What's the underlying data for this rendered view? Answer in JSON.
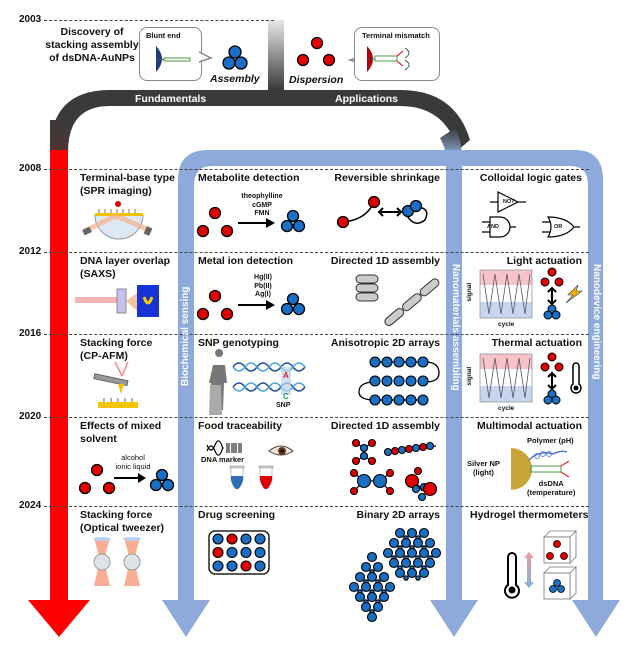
{
  "header": {
    "discovery_lines": [
      "Discovery of",
      "stacking assembly",
      "of dsDNA-AuNPs"
    ],
    "blunt_end_label": "Blunt end",
    "assembly_label": "Assembly",
    "dispersion_label": "Dispersion",
    "terminal_mismatch_label": "Terminal mismatch",
    "fundamentals_label": "Fundamentals",
    "applications_label": "Applications"
  },
  "years": [
    "2003",
    "2008",
    "2012",
    "2016",
    "2020",
    "2024"
  ],
  "tracks": {
    "biochemical": "Biochemical sensing",
    "nanomaterials": "Nanomaterials assembling",
    "nanodevice": "Nanodevice engineering"
  },
  "colors": {
    "fundamentals_red": "#ff0000",
    "track_blue": "#8eaadb",
    "dark_band": "#3a3a3a",
    "np_red": "#e00000",
    "np_blue": "#1a6fc4"
  },
  "rows": [
    {
      "fundamentals": [
        "Terminal-base type",
        "(SPR imaging)"
      ],
      "biochemical": "Metabolite detection",
      "biochemical_notes": [
        "theophylline",
        "cGMP",
        "FMN"
      ],
      "nanomaterials": "Reversible shrinkage",
      "nanodevice": "Colloidal logic gates",
      "gates": [
        "NOT",
        "AND",
        "OR"
      ]
    },
    {
      "fundamentals": [
        "DNA layer overlap",
        "(SAXS)"
      ],
      "biochemical": "Metal ion detection",
      "biochemical_notes": [
        "Hg(II)",
        "Pb(II)",
        "Ag(I)"
      ],
      "nanomaterials": "Directed 1D assembly",
      "nanodevice": "Light actuation",
      "plot_y": "signal",
      "plot_x": "cycle"
    },
    {
      "fundamentals": [
        "Stacking force",
        "(CP-AFM)"
      ],
      "biochemical": "SNP genotyping",
      "snp_bases": [
        "A",
        "C"
      ],
      "snp_label": "SNP",
      "nanomaterials": "Anisotropic 2D arrays",
      "nanodevice": "Thermal actuation",
      "plot_y": "signal",
      "plot_x": "cycle"
    },
    {
      "fundamentals": [
        "Effects of mixed",
        "solvent"
      ],
      "fundamentals_notes": [
        "alcohol",
        "ionic liquid"
      ],
      "biochemical": "Food traceability",
      "dna_marker": "DNA marker",
      "nanomaterials": "Directed 1D assembly",
      "nanodevice": "Multimodal actuation",
      "multimodal": {
        "polymer": "Polymer (pH)",
        "silver": [
          "Silver NP",
          "(light)"
        ],
        "dsdna": [
          "dsDNA",
          "(temperature)"
        ]
      }
    },
    {
      "fundamentals": [
        "Stacking force",
        "(Optical tweezer)"
      ],
      "biochemical": "Drug screening",
      "plate": [
        [
          "b",
          "r",
          "b",
          "b"
        ],
        [
          "r",
          "b",
          "b",
          "b"
        ],
        [
          "b",
          "b",
          "r",
          "b"
        ]
      ],
      "nanomaterials": "Binary 2D arrays",
      "nanodevice": "Hydrogel thermometers"
    }
  ]
}
